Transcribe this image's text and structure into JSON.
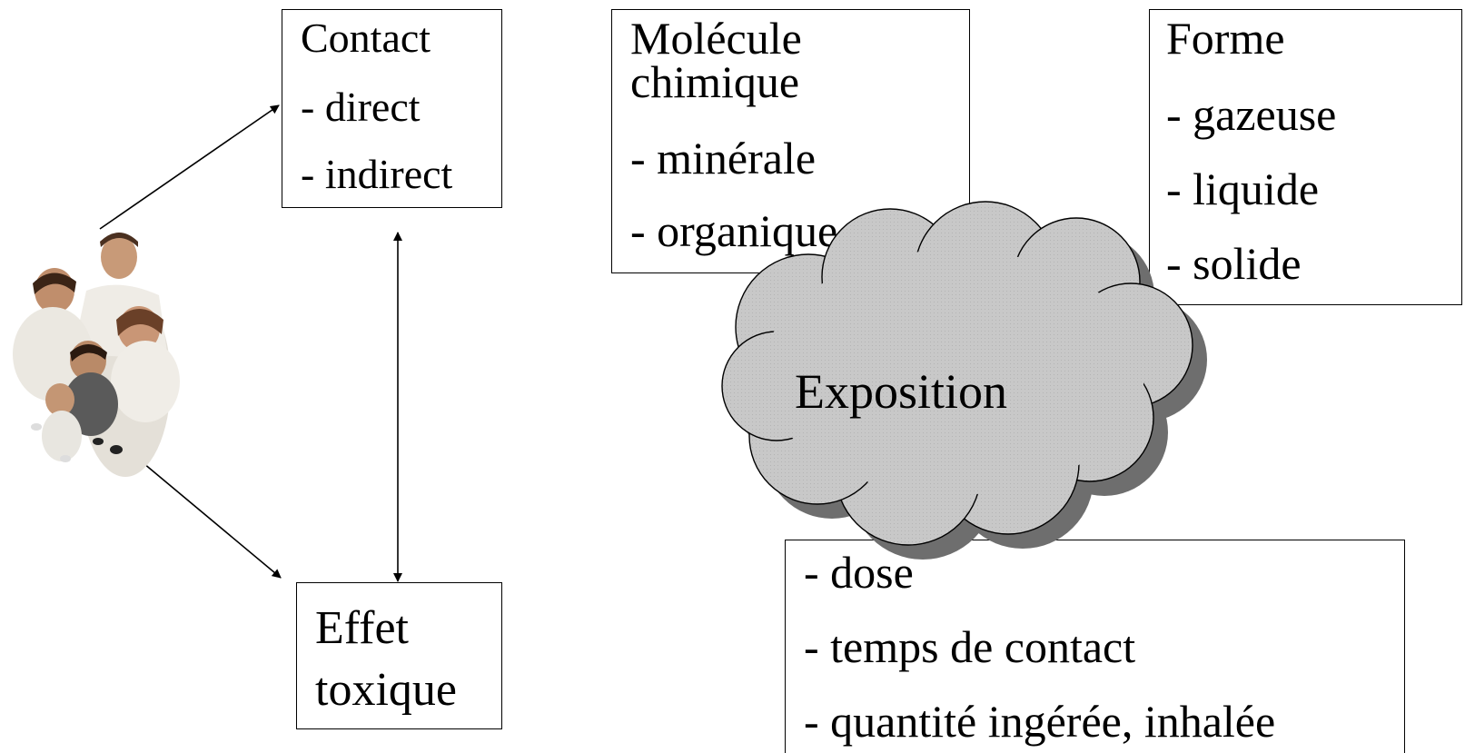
{
  "colors": {
    "line": "#000000",
    "cloud_fill": "#c8c8c8",
    "cloud_shadow": "#6e6e6e",
    "box_border": "#000000",
    "background": "#ffffff"
  },
  "contact_box": {
    "title": "Contact",
    "items": [
      "- direct",
      "- indirect"
    ]
  },
  "effet_box": {
    "lines": [
      "Effet",
      "toxique"
    ]
  },
  "molecule_box": {
    "title_lines": [
      "Molécule",
      "chimique"
    ],
    "items": [
      "- minérale",
      "- organique"
    ]
  },
  "forme_box": {
    "title": "Forme",
    "items": [
      "- gazeuse",
      "- liquide",
      "- solide"
    ]
  },
  "exposition_cloud": {
    "label": "Exposition"
  },
  "factors_box": {
    "items": [
      "- dose",
      "- temps de contact",
      "- quantité ingérée, inhalée"
    ]
  },
  "family_photo": {
    "icon": "family-group-illustration"
  }
}
